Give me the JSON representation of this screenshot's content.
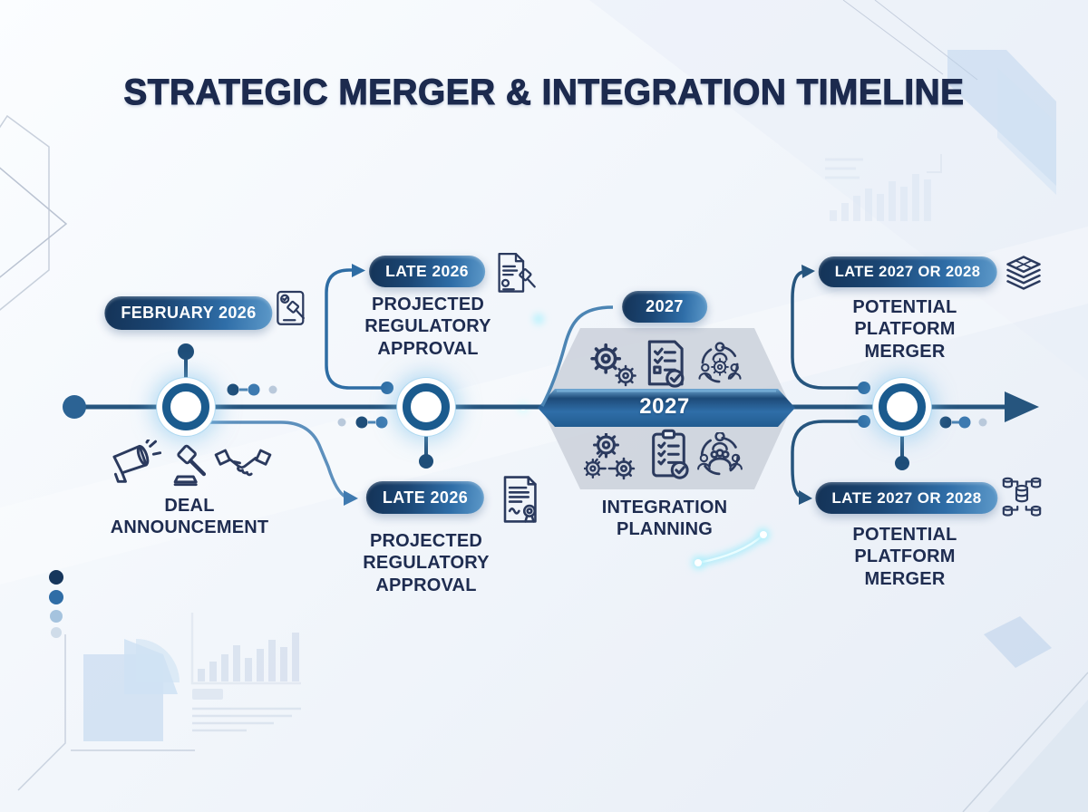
{
  "title": "STRATEGIC MERGER & INTEGRATION TIMELINE",
  "timeline": {
    "band_label": "2027",
    "direction": "left-to-right",
    "start_marker": "filled-circle",
    "end_marker": "arrowhead"
  },
  "milestones": [
    {
      "date": "FEBRUARY 2026",
      "label": "DEAL ANNOUNCEMENT",
      "side": "below",
      "date_icon": "announcement-document-gavel-icon",
      "label_icons": [
        "megaphone-icon",
        "gavel-icon",
        "handshake-icon"
      ]
    },
    {
      "date": "LATE 2026",
      "label": "PROJECTED REGULATORY APPROVAL",
      "side": "above",
      "date_icon": "regulatory-document-gavel-icon"
    },
    {
      "date": "LATE 2026",
      "label": "PROJECTED REGULATORY APPROVAL",
      "side": "below",
      "date_icon": "certificate-seal-icon"
    },
    {
      "date": "2027",
      "label": "INTEGRATION PLANNING",
      "side": "center",
      "panel_icons": [
        "gears-icon",
        "checklist-document-icon",
        "team-gear-icon",
        "linked-gears-icon",
        "clipboard-check-icon",
        "team-group-icon"
      ]
    },
    {
      "date": "LATE 2027 OR 2028",
      "label": "POTENTIAL PLATFORM MERGER",
      "side": "above",
      "date_icon": "platform-layers-icon"
    },
    {
      "date": "LATE 2027 OR 2028",
      "label": "POTENTIAL PLATFORM MERGER",
      "side": "below",
      "date_icon": "database-network-icon"
    }
  ],
  "colors": {
    "background": "#f2f6fb",
    "title_navy": "#1c2a4e",
    "label_navy": "#1e2c50",
    "pill_gradient_dark": "#143357",
    "pill_gradient_light": "#5d99c9",
    "timeline_blue": "#26557e",
    "hexagon_gray": "#c9cfd9",
    "glow_cyan": "#8ee9fb",
    "icon_navy": "#2b3a5e"
  },
  "decorations": [
    "bar-chart-graphic-top-right",
    "bar-chart-graphic-bottom-left",
    "folded-note-graphic",
    "dots-column-graphic",
    "geometric-outline-graphic",
    "corner-triangle-graphic"
  ]
}
